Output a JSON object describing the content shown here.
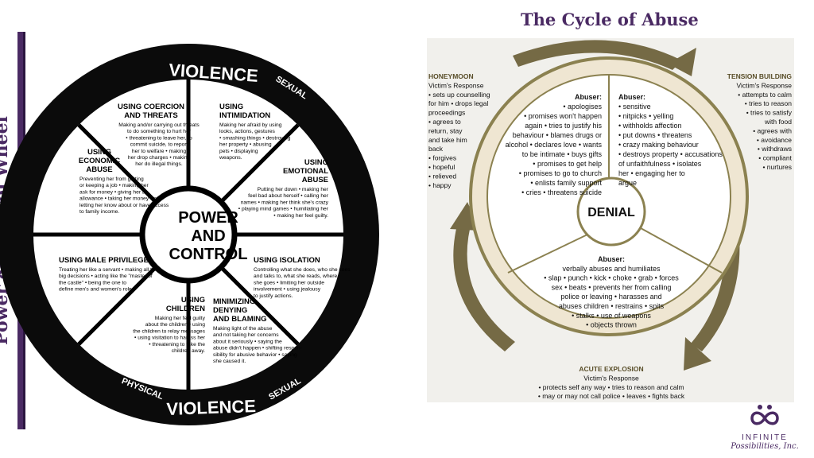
{
  "page": {
    "side_title": "Power & Control Wheel",
    "cycle_title": "The Cycle of Abuse",
    "logo_line1": "INFINITE",
    "logo_line2": "Possibilities, Inc."
  },
  "wheel": {
    "rim_top": "VIOLENCE",
    "rim_bottom": "VIOLENCE",
    "physical": "PHYSICAL",
    "sexual": "SEXUAL",
    "center": [
      "POWER",
      "AND",
      "CONTROL"
    ],
    "sections": [
      {
        "title": [
          "USING COERCION",
          "AND THREATS"
        ],
        "body": [
          "Making and/or carrying out threats",
          "to do something to hurt her",
          "• threatening to leave her, to",
          "commit suicide, to report",
          "her to welfare • making",
          "her drop charges • making",
          "her do illegal things."
        ]
      },
      {
        "title": [
          "USING",
          "INTIMIDATION"
        ],
        "body": [
          "Making her afraid by using",
          "looks, actions, gestures",
          "• smashing things • destroying",
          "her property • abusing",
          "pets • displaying",
          "weapons."
        ]
      },
      {
        "title": [
          "USING",
          "EMOTIONAL",
          "ABUSE"
        ],
        "body": [
          "Putting her down • making her",
          "feel bad about herself • calling her",
          "names • making her think she's crazy",
          "• playing mind games • humiliating her",
          "• making her feel guilty."
        ]
      },
      {
        "title": [
          "USING ISOLATION"
        ],
        "body": [
          "Controlling what she does, who she sees",
          "and talks to, what she reads, where",
          "she goes • limiting her outside",
          "involvement • using jealousy",
          "to justify actions."
        ]
      },
      {
        "title": [
          "MINIMIZING,",
          "DENYING",
          "AND BLAMING"
        ],
        "body": [
          "Making light of the abuse",
          "and not taking her concerns",
          "about it seriously • saying the",
          "abuse didn't happen • shifting respon-",
          "sibility for abusive behavior • saying",
          "she caused it."
        ]
      },
      {
        "title": [
          "USING",
          "CHILDREN"
        ],
        "body": [
          "Making her feel guilty",
          "about the children • using",
          "the children to relay messages",
          "• using visitation to harass her",
          "• threatening to take the",
          "children away."
        ]
      },
      {
        "title": [
          "USING MALE PRIVILEGE"
        ],
        "body": [
          "Treating her like a servant • making all the",
          "big decisions • acting like the \"master of",
          "the castle\" • being the one to",
          "define men's and women's roles"
        ]
      },
      {
        "title": [
          "USING",
          "ECONOMIC",
          "ABUSE"
        ],
        "body": [
          "Preventing her from getting",
          "or keeping a job • making her",
          "ask for money • giving her an",
          "allowance • taking her money • not",
          "letting her know about or have access",
          "to family income."
        ]
      }
    ]
  },
  "cycle": {
    "center": "DENIAL",
    "honeymoon": {
      "title": "HONEYMOON",
      "subtitle": "Victim's Response",
      "lines": [
        "• sets up counselling",
        "for him • drops legal",
        "proceedings",
        "• agrees to",
        "return, stay",
        "and take him",
        "back",
        "• forgives",
        "• hopeful",
        "• relieved",
        "• happy"
      ]
    },
    "tension": {
      "title": "TENSION BUILDING",
      "subtitle": "Victim's Response",
      "lines": [
        "• attempts to calm",
        "• tries to reason",
        "• tries to satisfy",
        "with food",
        "• agrees with",
        "• avoidance",
        "• withdraws",
        "• compliant",
        "• nurtures"
      ]
    },
    "acute": {
      "title": "ACUTE EXPLOSION",
      "subtitle": "Victim's Response",
      "lines": [
        "• protects self any way • tries to reason and calm",
        "• may or may not call police • leaves • fights back"
      ]
    },
    "abuser_left": {
      "title": "Abuser:",
      "lines": [
        "• apologises",
        "• promises won't happen",
        "again • tries to justify his",
        "behaviour • blames drugs or",
        "alcohol • declares love • wants",
        "to be intimate • buys gifts",
        "• promises to get help",
        "• promises to go to church",
        "• enlists family support",
        "• cries • threatens suicide"
      ]
    },
    "abuser_right": {
      "title": "Abuser:",
      "lines": [
        "• sensitive",
        "• nitpicks • yelling",
        "• withholds affection",
        "• put downs • threatens",
        "• crazy making behaviour",
        "• destroys property • accusations",
        "of unfaithfulness • isolates",
        "her • engaging her to",
        "argue"
      ]
    },
    "abuser_bottom": {
      "title": "Abuser:",
      "lines": [
        "verbally abuses and humiliates",
        "• slap • punch • kick • choke • grab • forces",
        "sex • beats • prevents her from calling",
        "police or leaving • harasses and",
        "abuses children • restrains • spits",
        "• stalks • use of weapons",
        "• objects thrown"
      ]
    }
  }
}
